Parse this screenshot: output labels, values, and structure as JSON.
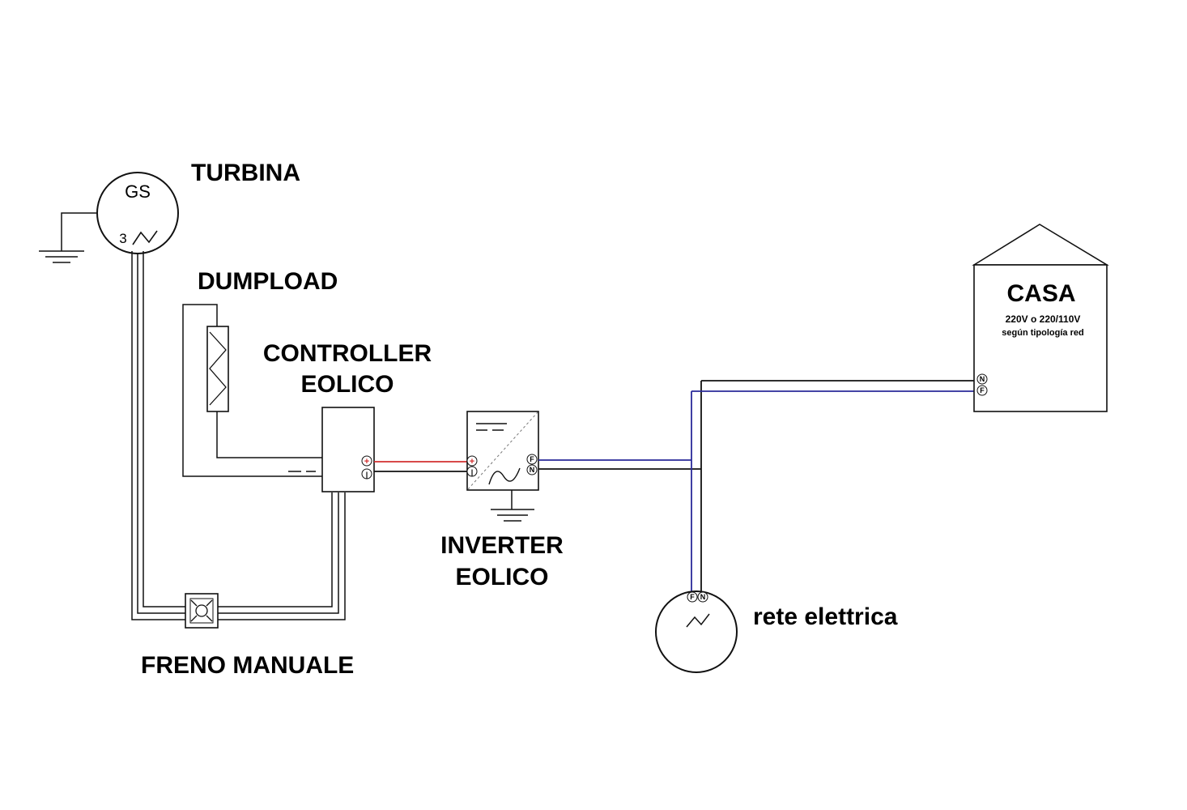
{
  "labels": {
    "turbina": "TURBINA",
    "dumpload": "DUMPLOAD",
    "controller_line1": "CONTROLLER",
    "controller_line2": "EOLICO",
    "inverter_line1": "INVERTER",
    "inverter_line2": "EOLICO",
    "freno": "FRENO MANUALE",
    "rete": "rete elettrica",
    "casa": "CASA",
    "casa_voltage": "220V o 220/110V",
    "casa_note": "según tipología red"
  },
  "generator": {
    "name": "GS",
    "phase": "3"
  },
  "terminals": {
    "plus": "+",
    "minus": "|",
    "phase": "F",
    "neutral": "N"
  },
  "colors": {
    "line": "#111111",
    "positive_wire": "#d32f2f",
    "phase_wire": "#2a2a9a"
  }
}
